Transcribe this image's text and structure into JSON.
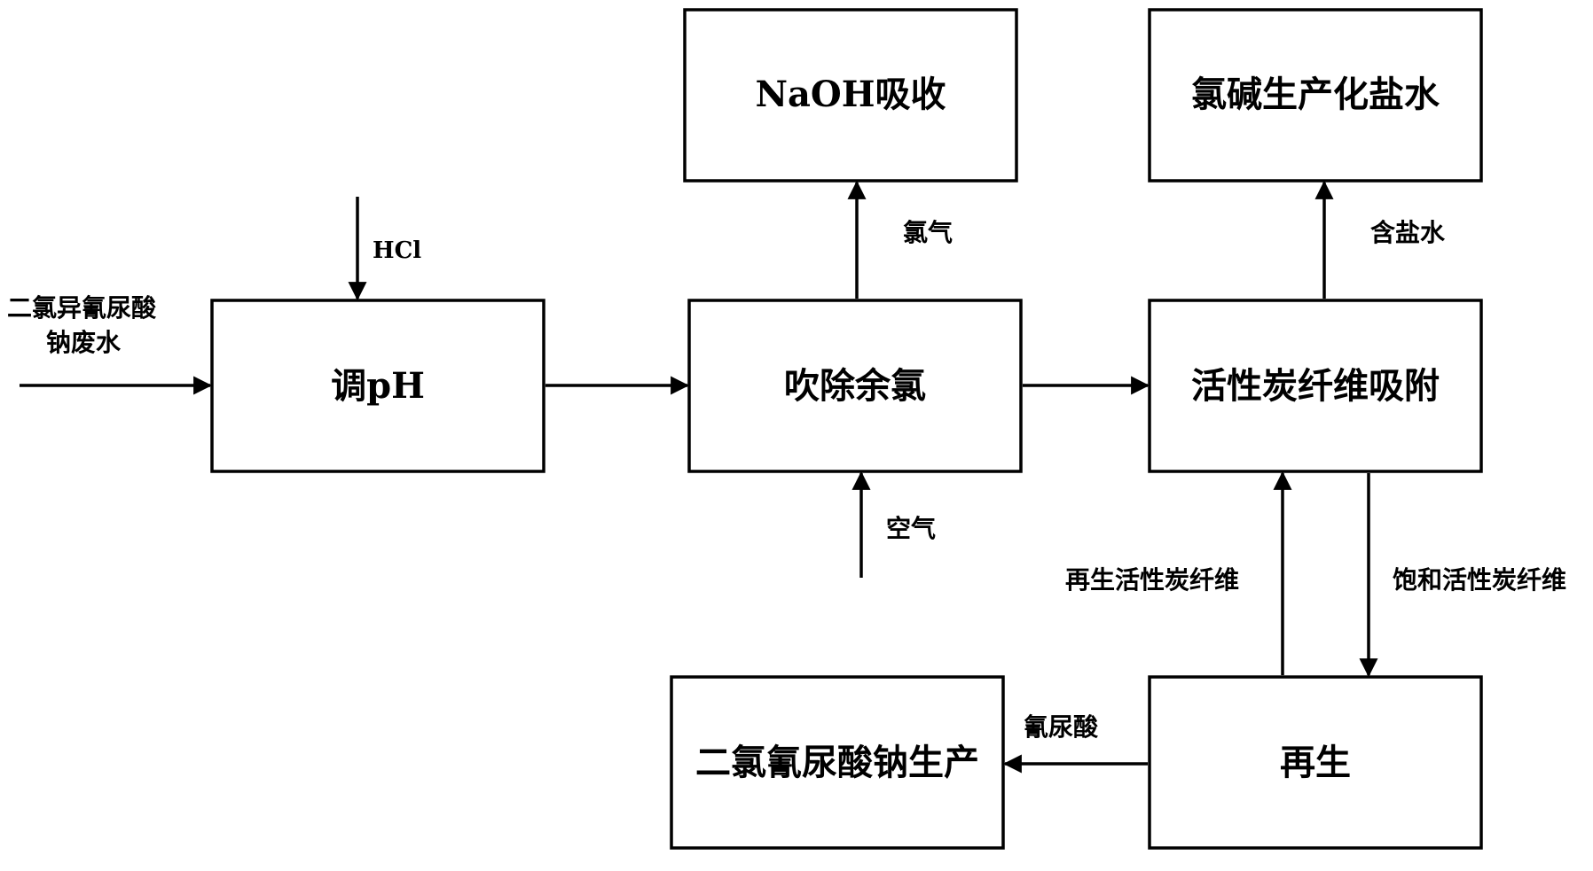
{
  "boxes": {
    "adjust_ph": "调pH",
    "strip_chlorine": "吹除余氯",
    "naoh_absorb": "NaOH吸收",
    "carbon_adsorb": "活性炭纤维吸附",
    "chlor_alkali": "氯碱生产化盐水",
    "regenerate": "再生",
    "sodium_production": "二氯氰尿酸钠生产"
  },
  "labels": {
    "input_line1": "二氯异氰尿酸",
    "input_line2": "钠废水",
    "hcl": "HCl",
    "chlorine_gas": "氯气",
    "air": "空气",
    "brine": "含盐水",
    "regenerated_fiber": "再生活性炭纤维",
    "saturated_fiber": "饱和活性炭纤维",
    "cyanuric_acid": "氰尿酸"
  }
}
